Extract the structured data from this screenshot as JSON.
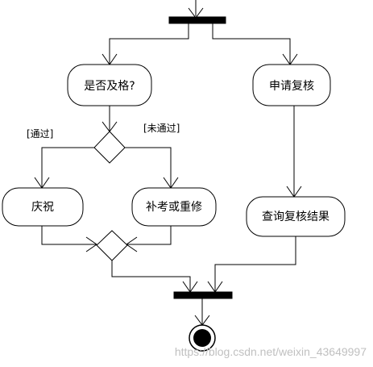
{
  "diagram": {
    "nodes": {
      "decision_check": "是否及格?",
      "request_review": "申请复核",
      "celebrate": "庆祝",
      "retake": "补考或重修",
      "query_review": "查询复核结果"
    },
    "guards": {
      "pass": "[通过]",
      "fail": "[未通过]"
    }
  },
  "watermark": {
    "text": "https://blog.csdn.net/weixin_43649997"
  }
}
